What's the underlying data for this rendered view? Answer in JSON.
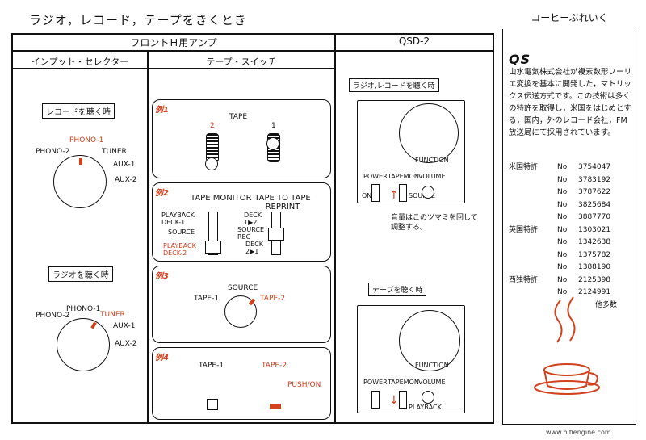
{
  "page": {
    "heading": "ラジオ，レコード，テープをきくとき",
    "front_amp_title": "フロントＨ用アンプ",
    "qsd_title": "QSD-2",
    "input_selector_title": "インプット・セレクター",
    "tape_switch_title": "テープ・スイッチ",
    "footer": "www.hifiengine.com"
  },
  "input_selector": {
    "record_label": "レコードを聴く時",
    "radio_label": "ラジオを聴く時",
    "positions": [
      "PHONO-1",
      "PHONO-2",
      "TUNER",
      "AUX-1",
      "AUX-2"
    ]
  },
  "tape_switch": {
    "ex1": {
      "tag": "例1",
      "tape": "TAPE",
      "left": "2",
      "right": "1"
    },
    "ex2": {
      "tag": "例2",
      "monitor": "TAPE MONITOR",
      "reprint": "TAPE TO TAPE REPRINT",
      "playback1": "PLAYBACK DECK-1",
      "source": "SOURCE",
      "playback2": "PLAYBACK DECK-2",
      "deck12": "DECK 1▶2",
      "source_rec": "SOURCE REC",
      "deck21": "DECK 2▶1"
    },
    "ex3": {
      "tag": "例3",
      "source": "SOURCE",
      "tape1": "TAPE-1",
      "tape2": "TAPE-2"
    },
    "ex4": {
      "tag": "例4",
      "tape1": "TAPE-1",
      "tape2": "TAPE-2",
      "push": "PUSH/ON"
    }
  },
  "qsd": {
    "radio_label": "ラジオ,レコードを聴く時",
    "tape_label": "テープを聴く時",
    "function": "FUNCTION",
    "power": "POWER",
    "tape_mon": "TAPEMON",
    "volume": "VOLUME",
    "on": "ON",
    "source": "SOURCE",
    "playback": "PLAYBACK",
    "note": "音量はこのツマミを回して調整する。"
  },
  "sidebar": {
    "title": "コーヒーぶれいく",
    "logo": "QS",
    "text": "山水電気株式会社が複素数形フーリエ変換を基本に開発した，マトリックス伝送方式です。この技術は多くの特許を取得し，米国をはじめとする，国内，外のレコード会社，FM放送局にて採用されています。",
    "patents": [
      {
        "country": "米国特許",
        "no": "No.",
        "num": "3754047"
      },
      {
        "country": "",
        "no": "No.",
        "num": "3783192"
      },
      {
        "country": "",
        "no": "No.",
        "num": "3787622"
      },
      {
        "country": "",
        "no": "No.",
        "num": "3825684"
      },
      {
        "country": "",
        "no": "No.",
        "num": "3887770"
      },
      {
        "country": "英国特許",
        "no": "No.",
        "num": "1303021"
      },
      {
        "country": "",
        "no": "No.",
        "num": "1342638"
      },
      {
        "country": "",
        "no": "No.",
        "num": "1375782"
      },
      {
        "country": "",
        "no": "No.",
        "num": "1388190"
      },
      {
        "country": "西独特許",
        "no": "No.",
        "num": "2125398"
      },
      {
        "country": "",
        "no": "No.",
        "num": "2124991"
      }
    ],
    "others": "他多数"
  }
}
